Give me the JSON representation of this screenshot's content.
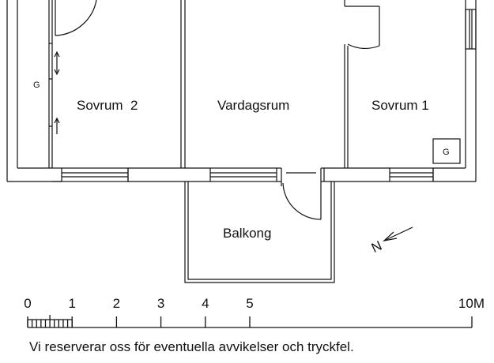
{
  "floorplan": {
    "rooms": {
      "sovrum2": "Sovrum  2",
      "vardagsrum": "Vardagsrum",
      "sovrum1": "Sovrum 1",
      "balkong": "Balkong"
    },
    "storage_marks": {
      "left": "G",
      "right": "G"
    },
    "north_label": "N",
    "colors": {
      "line": "#111111",
      "background": "#ffffff"
    }
  },
  "scale": {
    "labels": [
      "0",
      "1",
      "2",
      "3",
      "4",
      "5",
      "10M"
    ],
    "values_m": [
      0,
      1,
      2,
      3,
      4,
      5,
      10
    ]
  },
  "disclaimer": "Vi reserverar oss för eventuella avvikelser och tryckfel."
}
